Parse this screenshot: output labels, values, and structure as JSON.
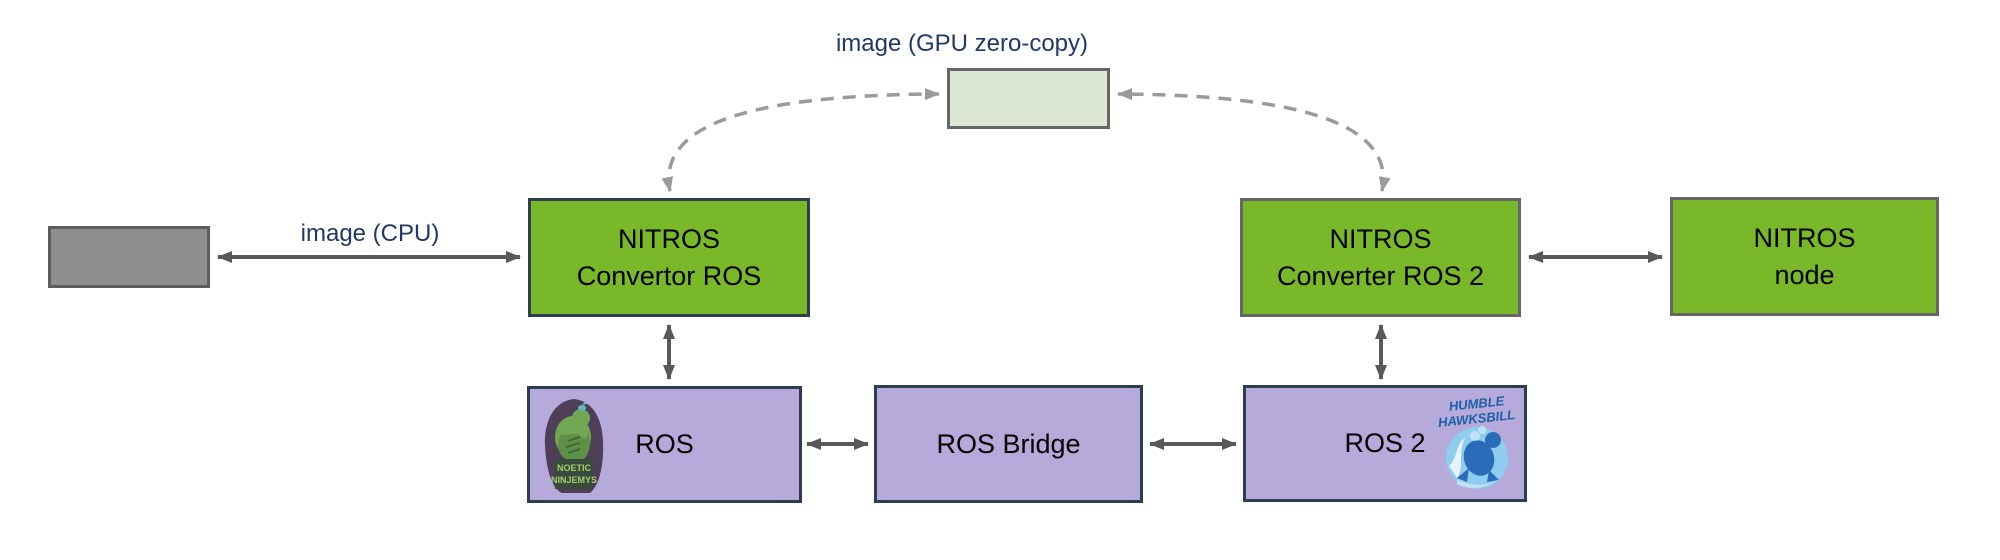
{
  "diagram": {
    "edge_labels": {
      "gpu": "image (GPU zero-copy)",
      "cpu": "image (CPU)"
    },
    "nodes": {
      "nitros_convertor_ros": {
        "line1": "NITROS",
        "line2": "Convertor ROS"
      },
      "nitros_converter_ros2": {
        "line1": "NITROS",
        "line2": "Converter ROS 2"
      },
      "nitros_node": {
        "line1": "NITROS",
        "line2": "node"
      },
      "ros": {
        "label": "ROS"
      },
      "ros_bridge": {
        "label": "ROS Bridge"
      },
      "ros2": {
        "label": "ROS 2"
      }
    },
    "logos": {
      "noetic": {
        "line1": "NOETIC",
        "line2": "NINJEMYS"
      },
      "humble": {
        "line1": "HUMBLE",
        "line2": "HAWKSBILL"
      }
    },
    "colors": {
      "green_fill": "#79b829",
      "light_green_fill": "#dce8d3",
      "purple_fill": "#b5aad9",
      "gray_fill": "#8f8f8f",
      "navy_border": "#2d3e50",
      "gray_border": "#666666",
      "solid_arrow": "#595959",
      "dashed_arrow": "#9a9a9a",
      "edge_label_text": "#1f3864"
    }
  }
}
